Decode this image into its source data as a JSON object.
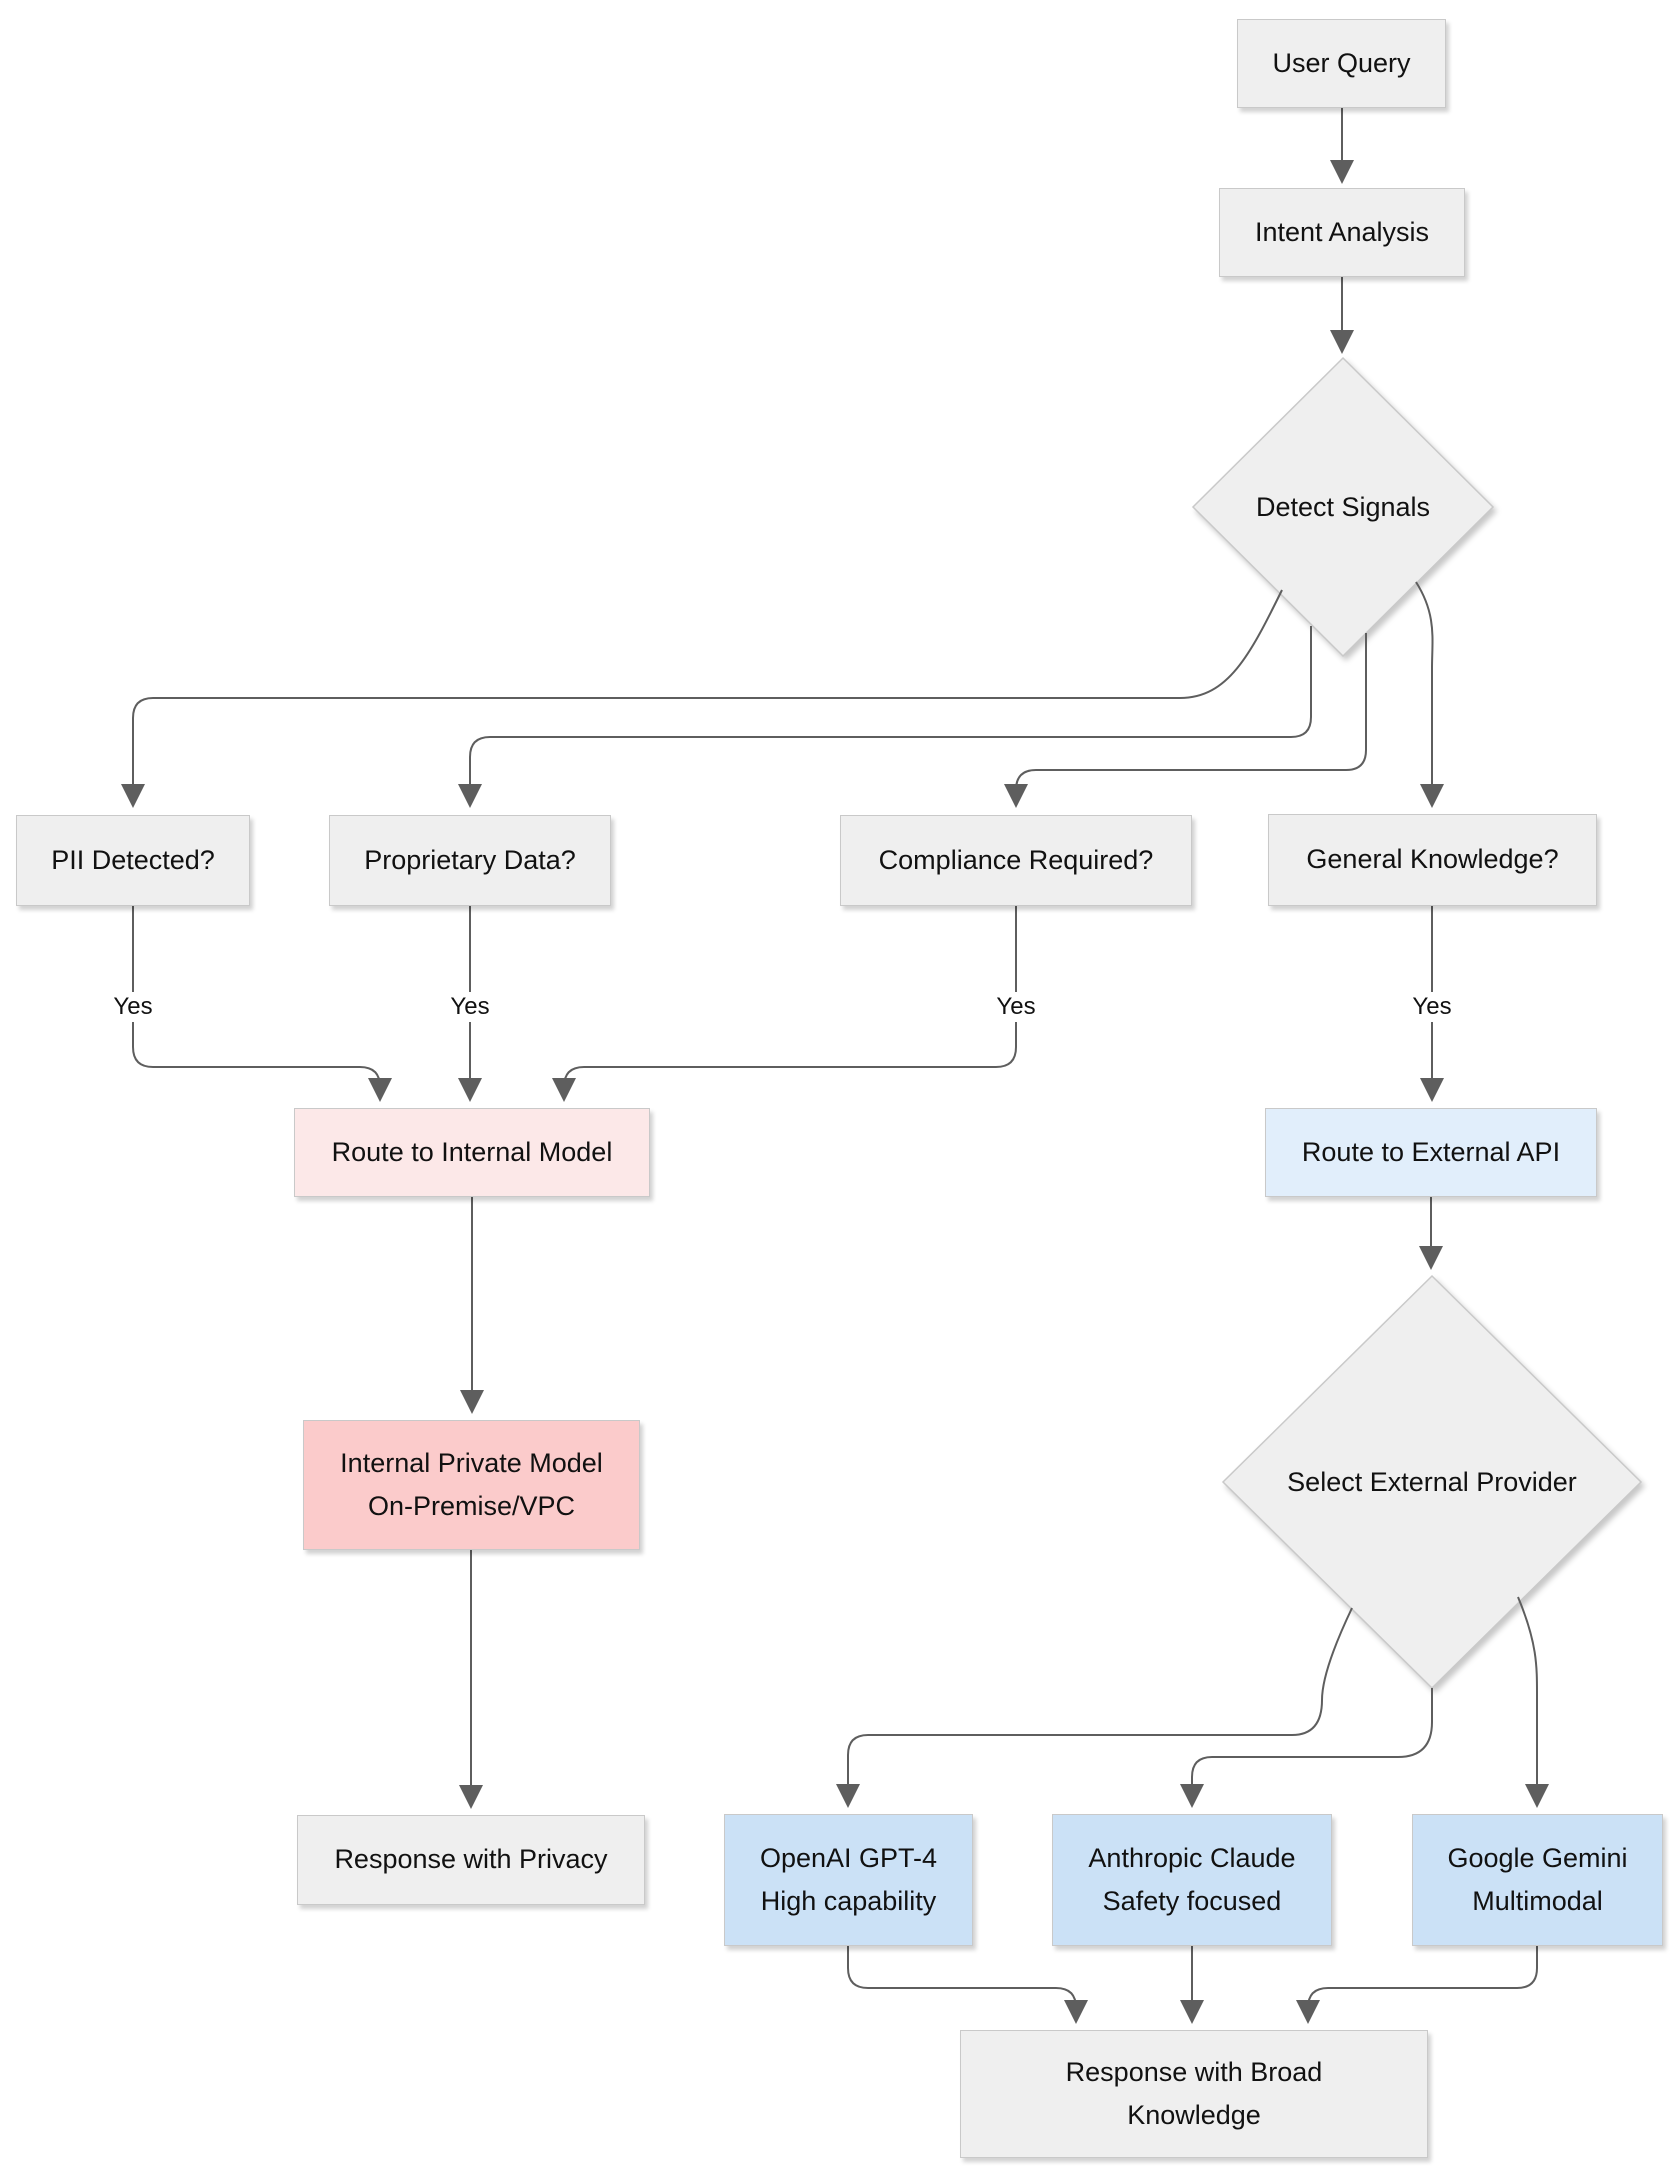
{
  "diagram": {
    "type": "flowchart",
    "description": "LLM query routing decision flowchart",
    "palette": {
      "node_gray": "#efefef",
      "node_pink_light": "#fce8e8",
      "node_pink": "#fbcbcb",
      "node_blue_light": "#e1eefb",
      "node_blue": "#cbe1f6",
      "node_border": "#c9c9c9",
      "edge_stroke": "#5e5e5e",
      "text": "#111111",
      "background": "#ffffff"
    },
    "nodes": {
      "user_query": {
        "label": "User Query",
        "shape": "rect",
        "color": "#efefef"
      },
      "intent_analysis": {
        "label": "Intent Analysis",
        "shape": "rect",
        "color": "#efefef"
      },
      "detect_signals": {
        "label": "Detect Signals",
        "shape": "diamond",
        "color": "#efefef"
      },
      "pii": {
        "label": "PII Detected?",
        "shape": "rect",
        "color": "#efefef"
      },
      "proprietary": {
        "label": "Proprietary Data?",
        "shape": "rect",
        "color": "#efefef"
      },
      "compliance": {
        "label": "Compliance Required?",
        "shape": "rect",
        "color": "#efefef"
      },
      "general_knowledge": {
        "label": "General Knowledge?",
        "shape": "rect",
        "color": "#efefef"
      },
      "route_internal": {
        "label": "Route to Internal Model",
        "shape": "rect",
        "color": "#fce8e8"
      },
      "route_external": {
        "label": "Route to External API",
        "shape": "rect",
        "color": "#e1eefb"
      },
      "internal_private": {
        "lines": [
          "Internal Private Model",
          "On-Premise/VPC"
        ],
        "shape": "rect",
        "color": "#fbcbcb"
      },
      "select_provider": {
        "label": "Select External Provider",
        "shape": "diamond",
        "color": "#efefef"
      },
      "response_privacy": {
        "label": "Response with Privacy",
        "shape": "rect",
        "color": "#efefef"
      },
      "openai": {
        "lines": [
          "OpenAI GPT-4",
          "High capability"
        ],
        "shape": "rect",
        "color": "#cbe1f6"
      },
      "anthropic": {
        "lines": [
          "Anthropic Claude",
          "Safety focused"
        ],
        "shape": "rect",
        "color": "#cbe1f6"
      },
      "gemini": {
        "lines": [
          "Google Gemini",
          "Multimodal"
        ],
        "shape": "rect",
        "color": "#cbe1f6"
      },
      "response_broad": {
        "lines": [
          "Response with Broad",
          "Knowledge"
        ],
        "shape": "rect",
        "color": "#efefef"
      }
    },
    "edge_labels": {
      "pii_yes": "Yes",
      "proprietary_yes": "Yes",
      "compliance_yes": "Yes",
      "general_yes": "Yes"
    },
    "edges": [
      {
        "from": "user_query",
        "to": "intent_analysis"
      },
      {
        "from": "intent_analysis",
        "to": "detect_signals"
      },
      {
        "from": "detect_signals",
        "to": "pii"
      },
      {
        "from": "detect_signals",
        "to": "proprietary"
      },
      {
        "from": "detect_signals",
        "to": "compliance"
      },
      {
        "from": "detect_signals",
        "to": "general_knowledge"
      },
      {
        "from": "pii",
        "to": "route_internal",
        "label": "Yes"
      },
      {
        "from": "proprietary",
        "to": "route_internal",
        "label": "Yes"
      },
      {
        "from": "compliance",
        "to": "route_internal",
        "label": "Yes"
      },
      {
        "from": "general_knowledge",
        "to": "route_external",
        "label": "Yes"
      },
      {
        "from": "route_internal",
        "to": "internal_private"
      },
      {
        "from": "route_external",
        "to": "select_provider"
      },
      {
        "from": "internal_private",
        "to": "response_privacy"
      },
      {
        "from": "select_provider",
        "to": "openai"
      },
      {
        "from": "select_provider",
        "to": "anthropic"
      },
      {
        "from": "select_provider",
        "to": "gemini"
      },
      {
        "from": "openai",
        "to": "response_broad"
      },
      {
        "from": "anthropic",
        "to": "response_broad"
      },
      {
        "from": "gemini",
        "to": "response_broad"
      }
    ]
  }
}
